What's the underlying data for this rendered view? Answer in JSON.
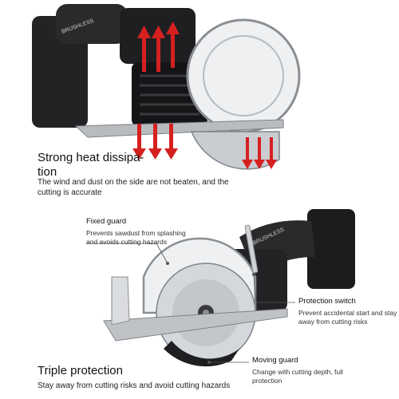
{
  "section_top": {
    "title": "Strong heat dissipa-\ntion",
    "title_line1": "Strong heat dissipa-",
    "title_line2": "tion",
    "body_line1": "The wind and dust on the side are not beaten, and the",
    "body_line2": "cutting is accurate",
    "brand_mark": "BRUSHLESS"
  },
  "section_bottom": {
    "title": "Triple protection",
    "body": "Stay away from cutting risks and avoid cutting hazards",
    "brand_mark": "BRUSHLESS",
    "callouts": {
      "fixed_guard": {
        "label": "Fixed guard",
        "desc_line1": "Prevents sawdust from splashing",
        "desc_line2": "and avoids cutting hazards"
      },
      "protection_switch": {
        "label": "Protection switch",
        "desc_line1": "Prevent accidental start and stay",
        "desc_line2": "away from cutting risks"
      },
      "moving_guard": {
        "label": "Moving guard",
        "desc_line1": "Change with cutting depth, full",
        "desc_line2": "protection"
      }
    }
  },
  "colors": {
    "arrow_red": "#d62020",
    "tool_black": "#1d1d1f",
    "tool_gray": "#8b8f93",
    "guard_white": "#eef0f2"
  }
}
